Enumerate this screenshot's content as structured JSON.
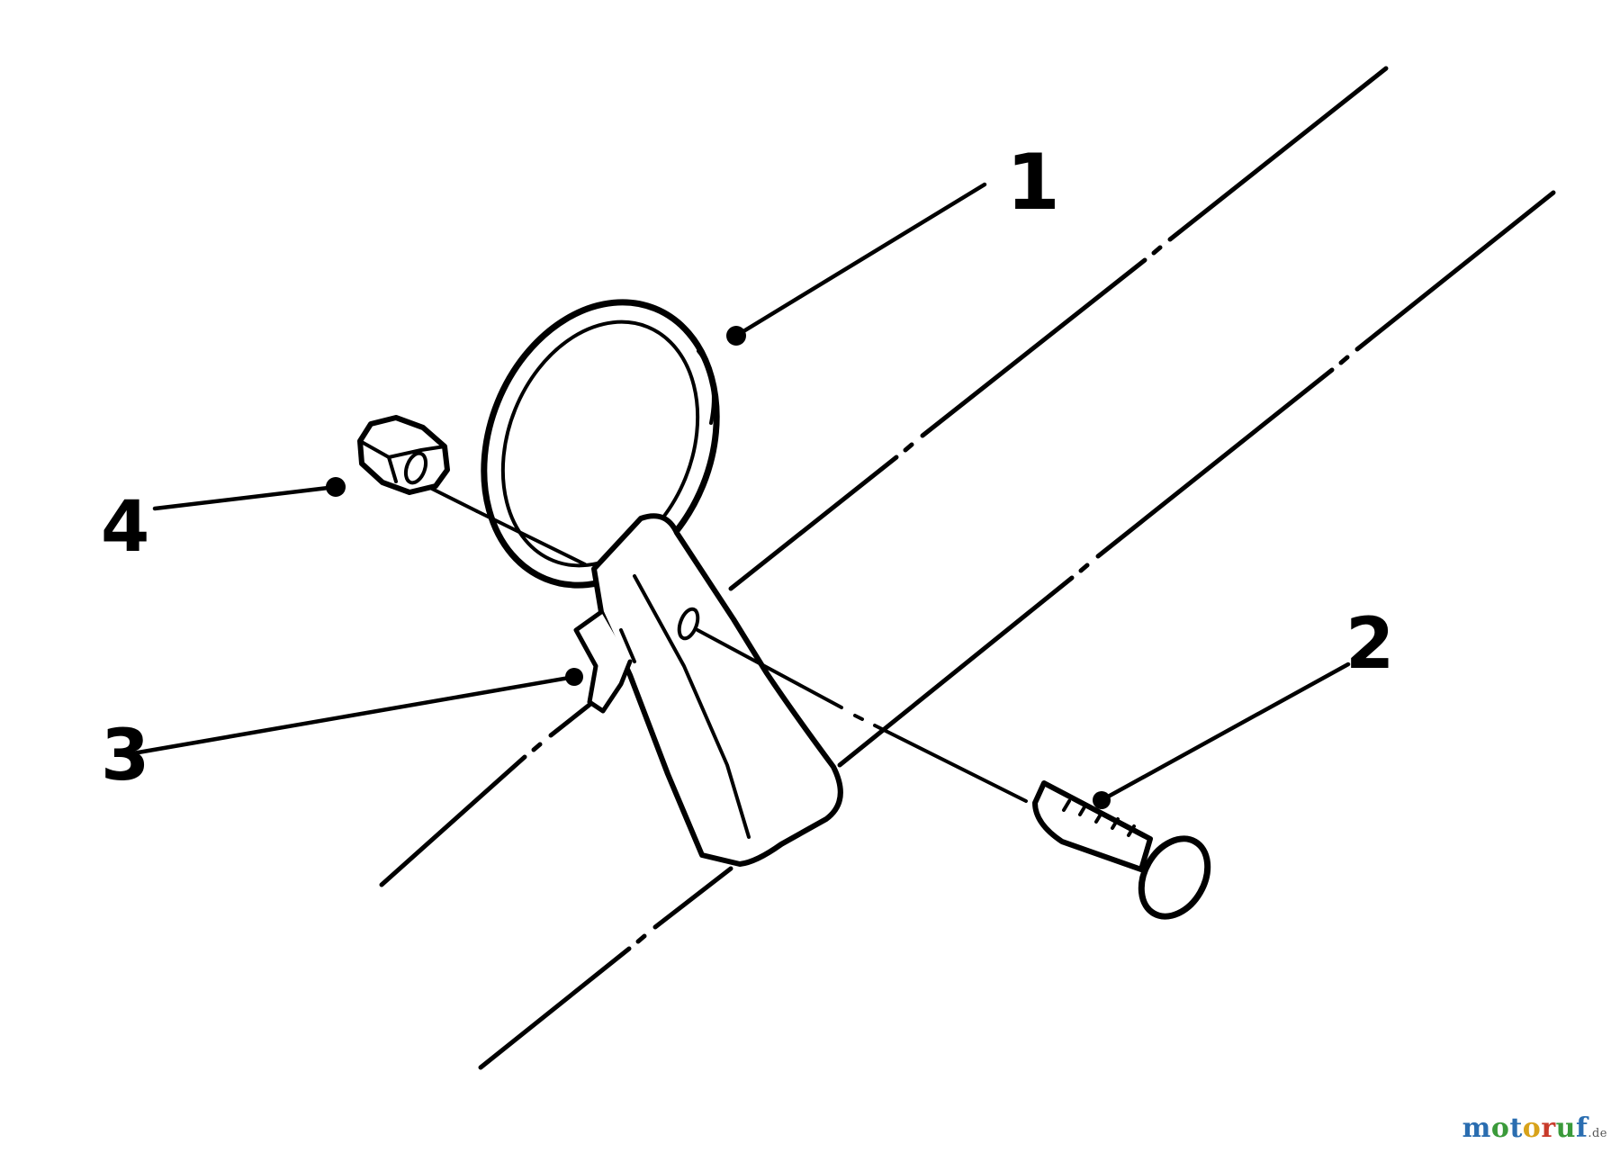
{
  "diagram": {
    "callouts": [
      {
        "id": "1",
        "label": "1"
      },
      {
        "id": "2",
        "label": "2"
      },
      {
        "id": "3",
        "label": "3"
      },
      {
        "id": "4",
        "label": "4"
      }
    ]
  },
  "watermark": {
    "letters": [
      {
        "ch": "m",
        "color": "#2a6db0"
      },
      {
        "ch": "o",
        "color": "#3a9a3a"
      },
      {
        "ch": "t",
        "color": "#2a6db0"
      },
      {
        "ch": "o",
        "color": "#d8a21a"
      },
      {
        "ch": "r",
        "color": "#c83a2a"
      },
      {
        "ch": "u",
        "color": "#3a9a3a"
      },
      {
        "ch": "f",
        "color": "#2a6db0"
      }
    ],
    "tld": ".de"
  }
}
